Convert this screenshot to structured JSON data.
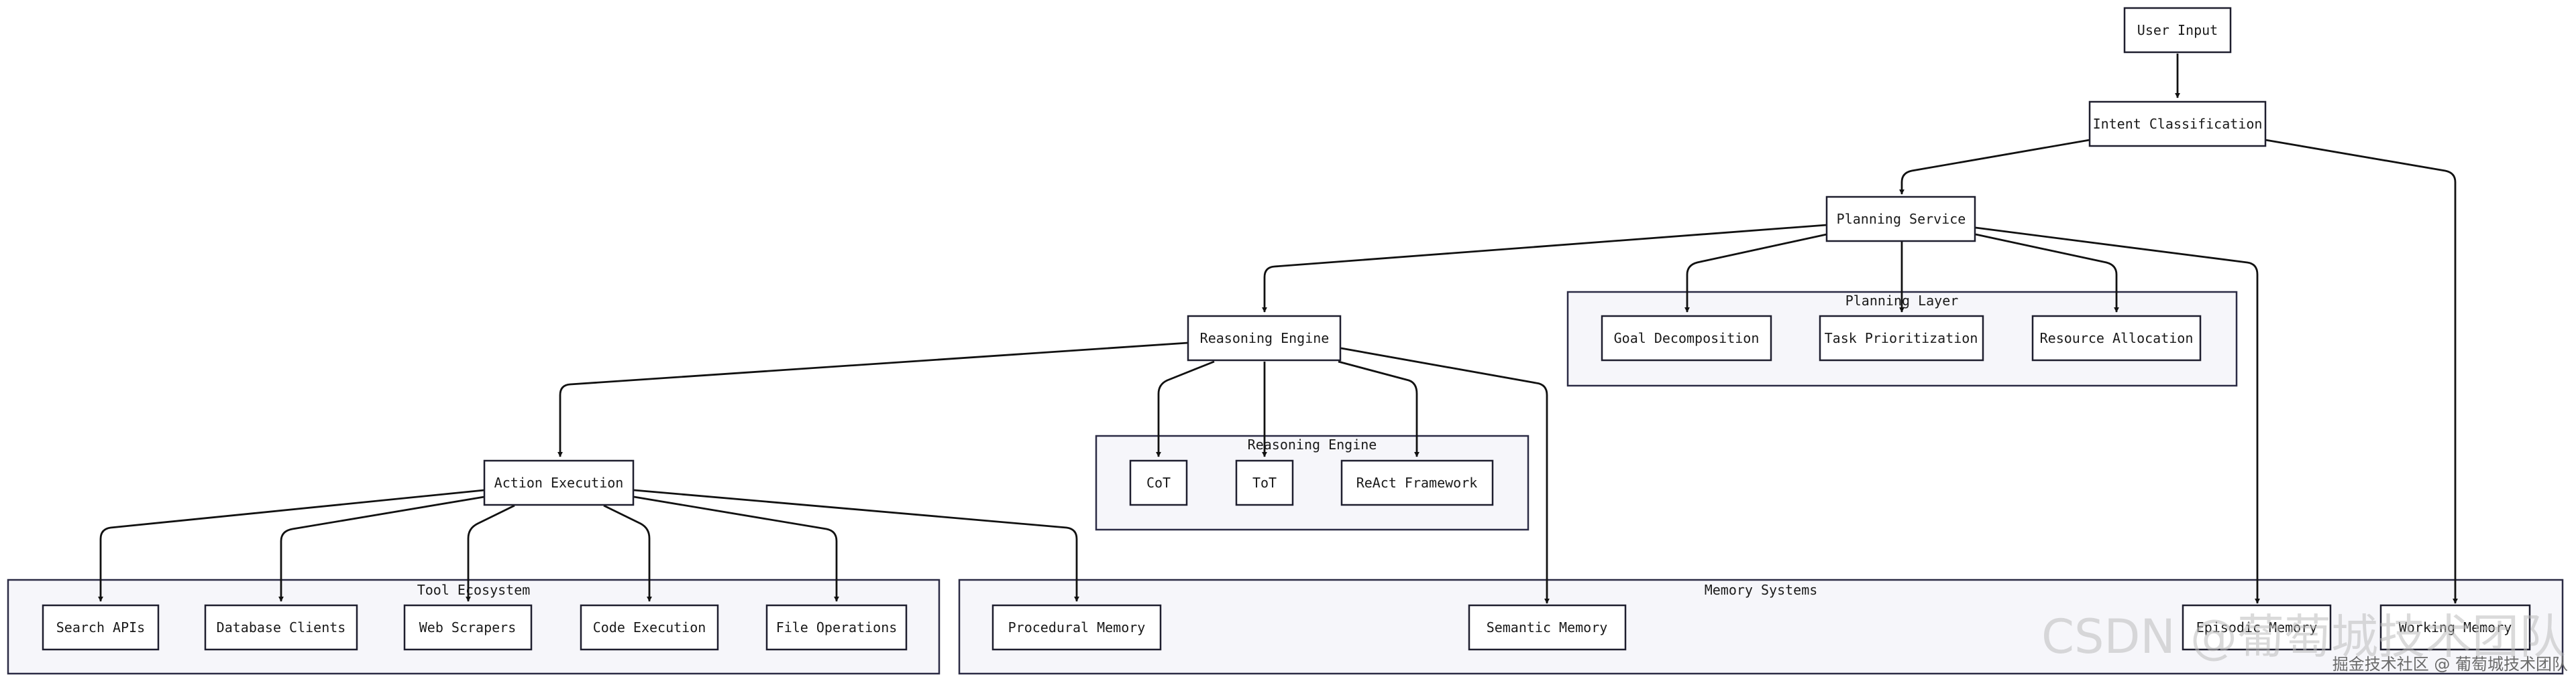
{
  "nodes": {
    "user_input": "User Input",
    "intent_classification": "Intent Classification",
    "planning_service": "Planning Service",
    "reasoning_engine": "Reasoning Engine",
    "action_execution": "Action Execution",
    "goal_decomposition": "Goal Decomposition",
    "task_prioritization": "Task Prioritization",
    "resource_allocation": "Resource Allocation",
    "cot": "CoT",
    "tot": "ToT",
    "react_framework": "ReAct Framework",
    "search_apis": "Search APIs",
    "database_clients": "Database Clients",
    "web_scrapers": "Web Scrapers",
    "code_execution": "Code Execution",
    "file_operations": "File Operations",
    "procedural_memory": "Procedural Memory",
    "semantic_memory": "Semantic Memory",
    "episodic_memory": "Episodic Memory",
    "working_memory": "Working Memory"
  },
  "groups": {
    "planning_layer": "Planning Layer",
    "reasoning_engine": "Reasoning Engine",
    "tool_ecosystem": "Tool Ecosystem",
    "memory_systems": "Memory Systems"
  },
  "watermark": {
    "main": "CSDN @葡萄城技术团队",
    "sub": "掘金技术社区 @ 葡萄城技术团队"
  }
}
